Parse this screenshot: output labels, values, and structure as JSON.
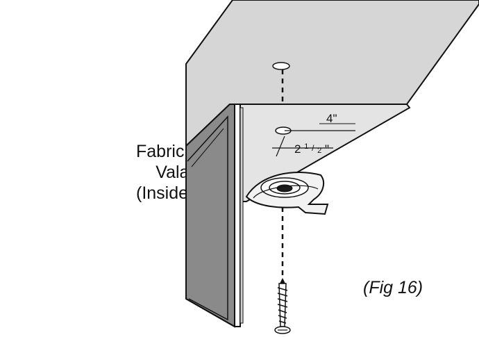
{
  "caption": {
    "line1": "Fabric Shade",
    "line2": "Valance",
    "line3": "(Inside Mount)"
  },
  "figure_label": "(Fig 16)",
  "dimensions": {
    "depth": "4\"",
    "offset_whole": "2",
    "offset_num": "1",
    "offset_den": "2",
    "offset_unit": "\""
  },
  "colors": {
    "outline": "#111111",
    "ceiling_fill": "#d6d6d6",
    "valance_fill": "#8a8a8a",
    "return_fill": "#e4e4e4",
    "bracket_fill": "#f2f2f2"
  }
}
